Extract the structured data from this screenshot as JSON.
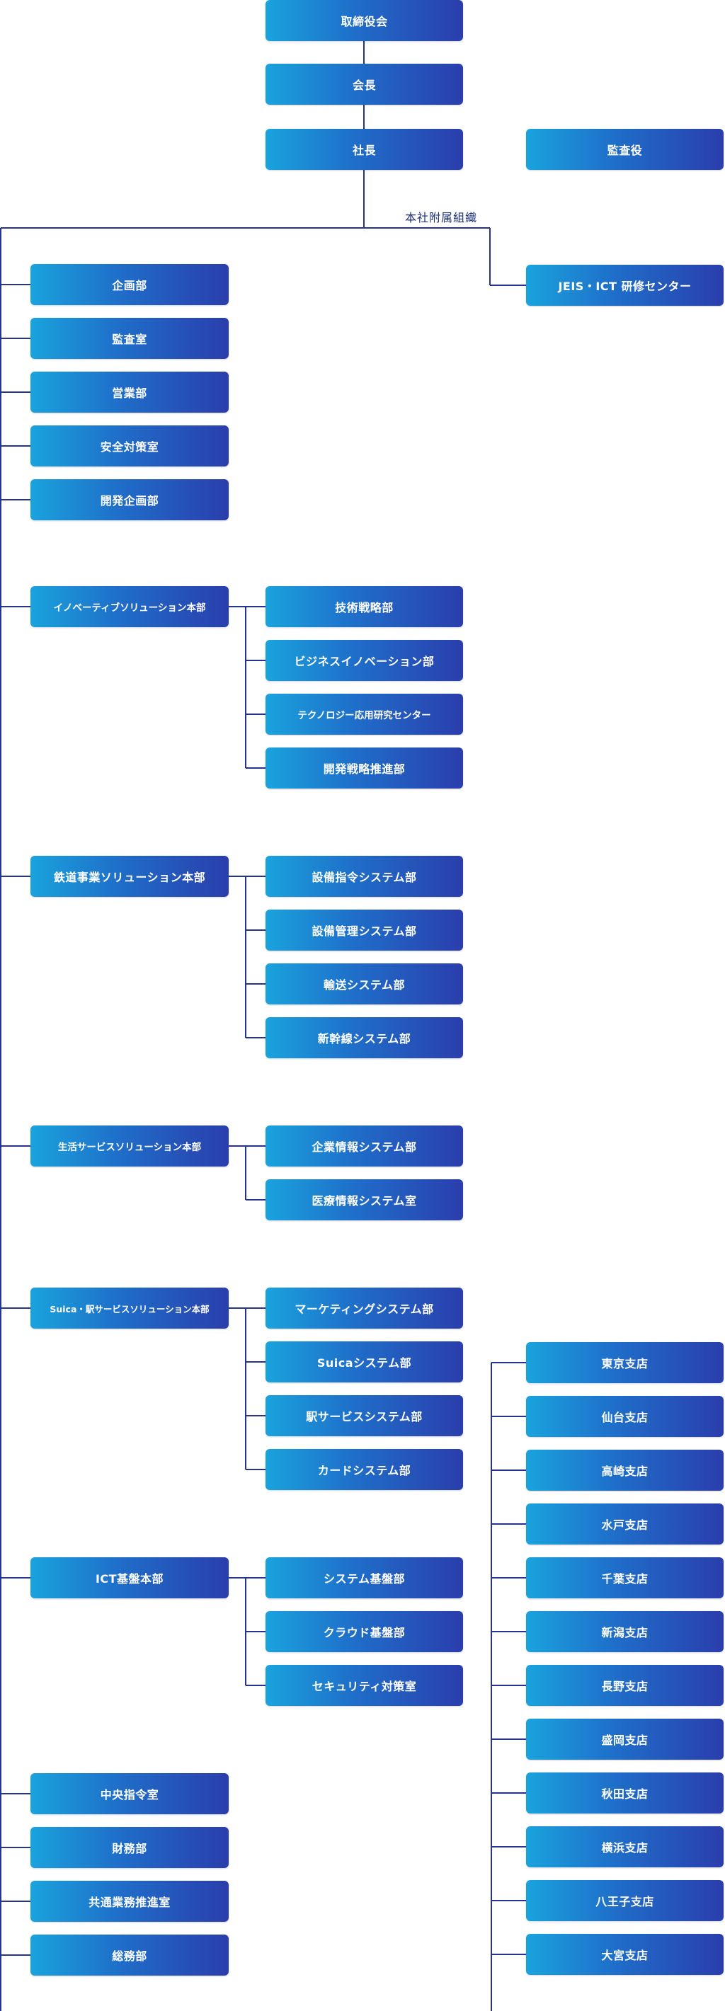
{
  "colors": {
    "line": "#24348f",
    "box_from": "#1aa3dd",
    "box_to": "#2a3eac",
    "text": "#ffffff"
  },
  "top": {
    "board": "取締役会",
    "chairman": "会長",
    "president": "社長",
    "auditor": "監査役"
  },
  "hq_label": "本社附属組織",
  "training_center": "JEIS・ICT 研修センター",
  "departments_top": [
    "企画部",
    "監査室",
    "営業部",
    "安全対策室",
    "開発企画部"
  ],
  "divisions": [
    {
      "name": "イノベーティブソリューション本部",
      "subs": [
        "技術戦略部",
        "ビジネスイノベーション部",
        "テクノロジー応用研究センター",
        "開発戦略推進部"
      ]
    },
    {
      "name": "鉄道事業ソリューション本部",
      "subs": [
        "設備指令システム部",
        "設備管理システム部",
        "輸送システム部",
        "新幹線システム部"
      ]
    },
    {
      "name": "生活サービスソリューション本部",
      "subs": [
        "企業情報システム部",
        "医療情報システム室"
      ]
    },
    {
      "name": "Suica・駅サービスソリューション本部",
      "subs": [
        "マーケティングシステム部",
        "Suicaシステム部",
        "駅サービスシステム部",
        "カードシステム部"
      ]
    },
    {
      "name": "ICT基盤本部",
      "subs": [
        "システム基盤部",
        "クラウド基盤部",
        "セキュリティ対策室"
      ]
    }
  ],
  "departments_bottom": [
    "中央指令室",
    "財務部",
    "共通業務推進室",
    "総務部"
  ],
  "branches": [
    "東京支店",
    "仙台支店",
    "高崎支店",
    "水戸支店",
    "千葉支店",
    "新潟支店",
    "長野支店",
    "盛岡支店",
    "秋田支店",
    "横浜支店",
    "八王子支店",
    "大宮支店"
  ]
}
